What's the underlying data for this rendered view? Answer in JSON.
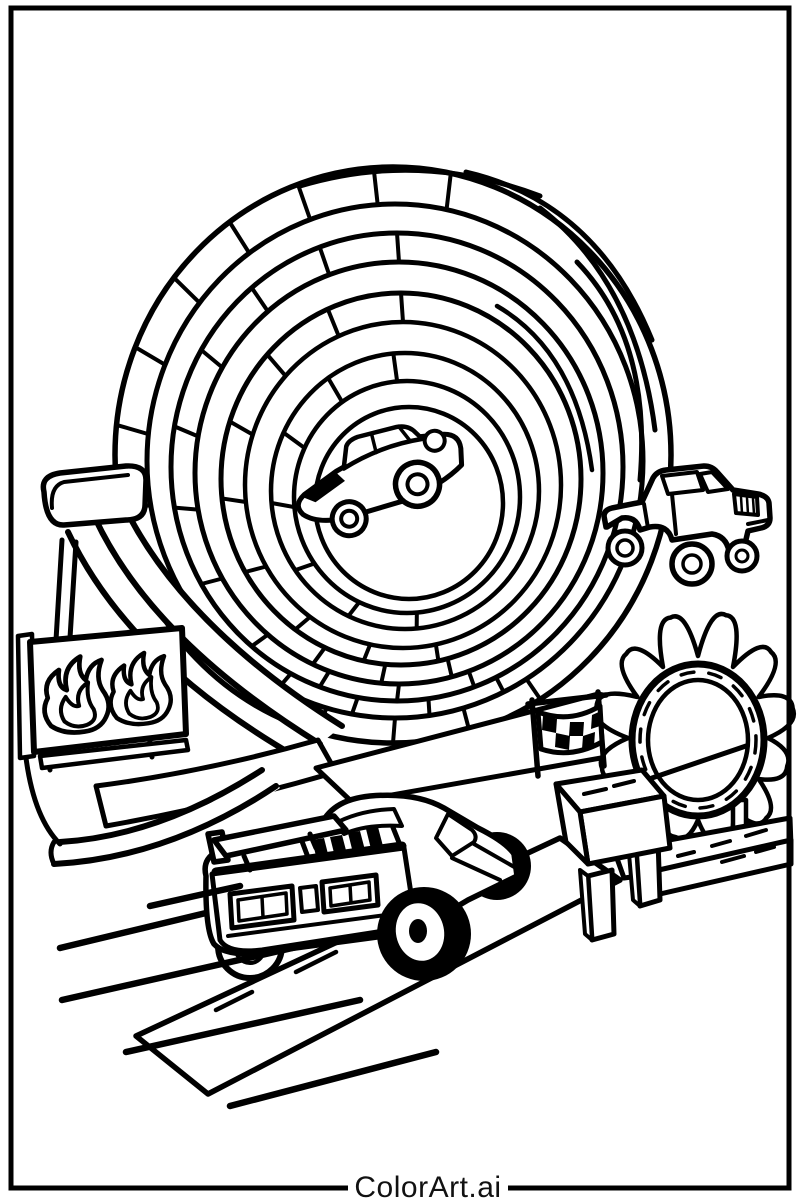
{
  "page": {
    "type_label": "coloring-page",
    "footer": {
      "brand": "ColorArt.ai"
    },
    "artwork": {
      "description": "Black-and-white line-art coloring page of a toy stunt-car track: a giant spiral loop with a car driving inside it, a pickup truck flying through the air, a flaming ring of fire on a stand, a checkered banner between posts, a flame-decorated ramp tower on the left, and a race car with a spoiler speeding down a long straight ramp with speed lines behind it.",
      "ink_color": "#000000",
      "background_color": "#ffffff",
      "objects": [
        "spiral-loop-track",
        "loop-stunt-car",
        "jumping-pickup-truck",
        "ring-of-fire",
        "checkered-banner",
        "flame-ramp-tower",
        "launch-ramp",
        "foreground-race-car",
        "speed-lines"
      ]
    }
  }
}
